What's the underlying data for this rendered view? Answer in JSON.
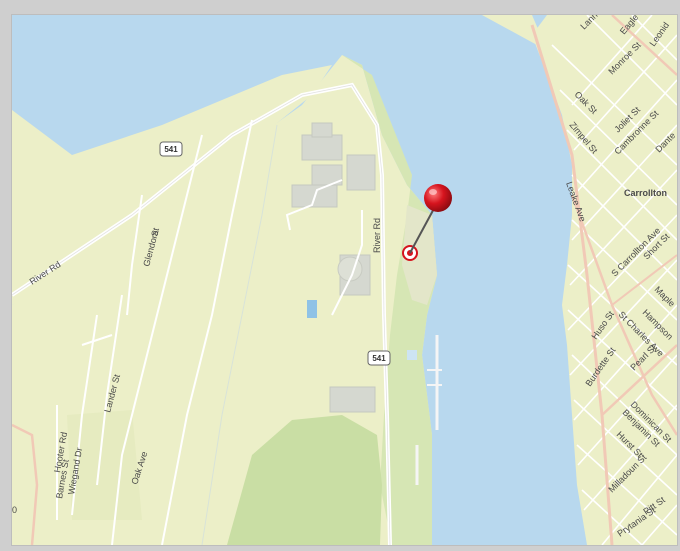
{
  "map": {
    "colors": {
      "water": "#b8d8ee",
      "land": "#ecefc8",
      "park": "#d6e6b4",
      "building": "#d5d8d0",
      "minor_road": "#ffffff",
      "arterial": "#f1c9b6",
      "pin": "#d6141e"
    },
    "shields": [
      {
        "text": "541"
      },
      {
        "text": "541"
      }
    ],
    "labels": {
      "river_rd_west": "River Rd",
      "river_rd_main": "River Rd",
      "glendora": "Glendora",
      "glendora_suffix": "St",
      "lander": "Lander St",
      "hooter": "Hooter Rd",
      "barnes": "Barnes St",
      "wiegand": "Wiegand Dr",
      "oak_ave": "Oak Ave",
      "leake": "Leake Ave",
      "oak_st": "Oak St",
      "zimpel": "Zimpel St",
      "joliet": "Joliet St",
      "monroe": "Monroe St",
      "cambronne": "Cambronne St",
      "dante": "Dante",
      "carrollton": "Carrollton",
      "s_carrollton": "S Carrollton Ave",
      "short": "Short St",
      "maple": "Maple",
      "hampson": "Hampson",
      "st_charles": "St Charles Ave",
      "huso": "Huso St",
      "burdette": "Burdette St",
      "pearl": "Pearl St",
      "dominican": "Dominican St",
      "benjamin": "Benjamin St",
      "hurst": "Hurst St",
      "milladoun": "Milladoun St",
      "pitt": "Pitt St",
      "prytania": "Prytania St",
      "eagle": "Eagle",
      "leonidas": "Leonid",
      "plumette": "Lannette St",
      "edge_zero": "0"
    },
    "marker": {
      "icon": "map-pin-icon"
    }
  }
}
